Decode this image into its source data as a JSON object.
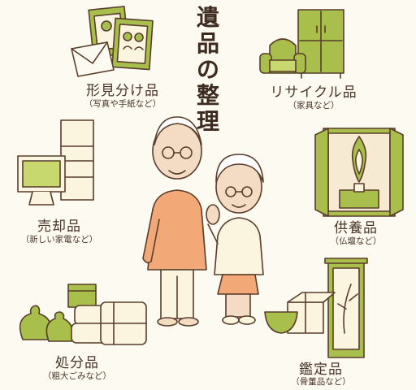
{
  "title_chars": [
    "遺",
    "品",
    "の",
    "整",
    "理"
  ],
  "categories": {
    "keepsake": {
      "label": "形見分け品",
      "sub": "（写真や手紙など）"
    },
    "recycle": {
      "label": "リサイクル品",
      "sub": "（家具など）"
    },
    "sale": {
      "label": "売却品",
      "sub": "（新しい家電など）"
    },
    "offering": {
      "label": "供養品",
      "sub": "（仏壇など）"
    },
    "disposal": {
      "label": "処分品",
      "sub": "（粗大ごみなど）"
    },
    "appraisal": {
      "label": "鑑定品",
      "sub": "（骨董品など）"
    }
  },
  "colors": {
    "green": "#a9bf4c",
    "green_dark": "#8aa23a",
    "line": "#5a3d2b",
    "skin": "#f4dcc4",
    "orange": "#f2a877",
    "cream": "#fbf5df"
  }
}
